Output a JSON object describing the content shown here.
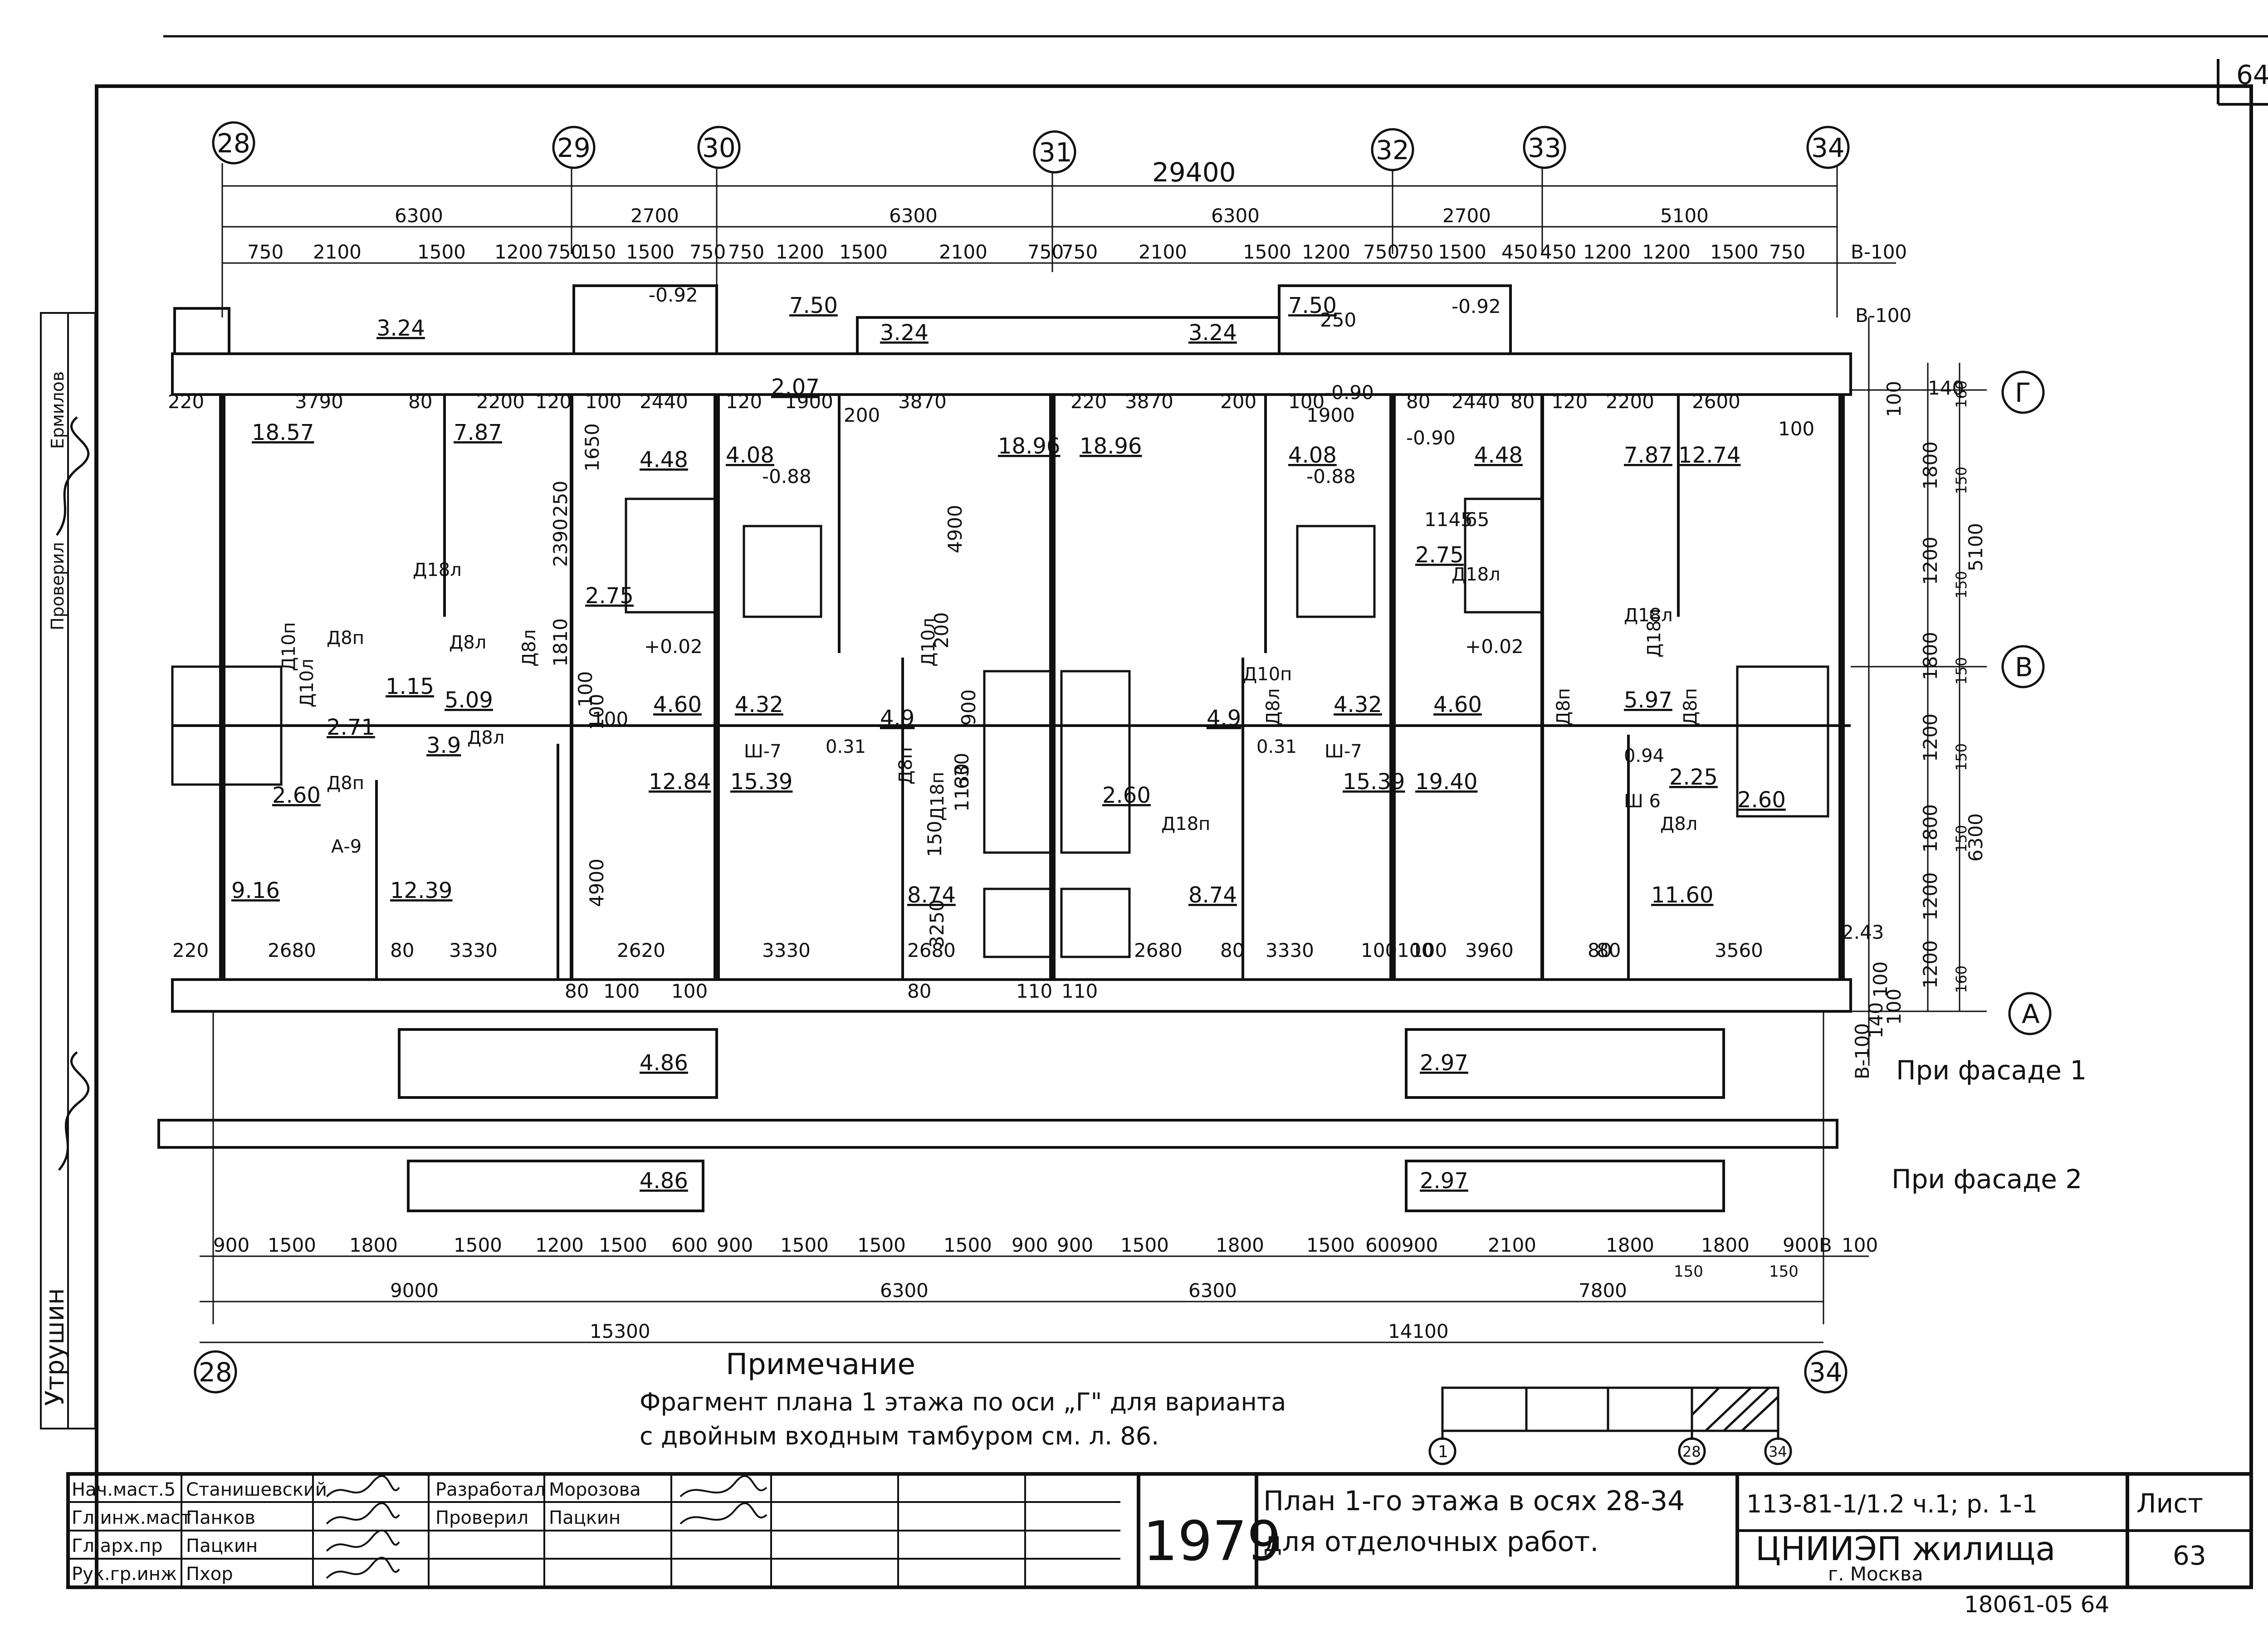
{
  "sheet_corner": "64",
  "axes": {
    "top": [
      {
        "label": "28"
      },
      {
        "label": "29"
      },
      {
        "label": "30"
      },
      {
        "label": "31"
      },
      {
        "label": "32"
      },
      {
        "label": "33"
      },
      {
        "label": "34"
      }
    ],
    "right": [
      {
        "label": "Г"
      },
      {
        "label": "В"
      },
      {
        "label": "А"
      }
    ],
    "bottom": [
      {
        "label": "28"
      },
      {
        "label": "34"
      }
    ]
  },
  "top_dims": {
    "overall": "29400",
    "row2": [
      "6300",
      "2700",
      "6300",
      "6300",
      "2700",
      "5100"
    ],
    "row3": [
      "750",
      "2100",
      "1500",
      "1200",
      "750",
      "150",
      "1500",
      "750",
      "750",
      "1200",
      "1500",
      "2100",
      "750",
      "750",
      "2100",
      "1500",
      "1200",
      "750",
      "750",
      "1500",
      "450",
      "450",
      "1200",
      "1200",
      "1500",
      "750",
      "В-100"
    ]
  },
  "bottom_dims": {
    "row1": [
      "900",
      "1500",
      "1800",
      "1500",
      "1200",
      "1500",
      "600",
      "900",
      "1500",
      "1500",
      "1500",
      "900",
      "900",
      "1500",
      "1800",
      "1500",
      "600",
      "900",
      "2100",
      "1800",
      "1800",
      "900",
      "В",
      "100"
    ],
    "row2": [
      "9000",
      "6300",
      "6300",
      "7800"
    ],
    "row3": [
      "15300",
      "14100"
    ],
    "small": [
      "150",
      "150"
    ]
  },
  "right_dims": {
    "outer": [
      "1800",
      "1200",
      "1800",
      "1200",
      "1800",
      "1200",
      "1200"
    ],
    "inner": [
      "160",
      "150",
      "150",
      "150",
      "150",
      "150",
      "160"
    ],
    "spans": [
      "5100",
      "6300"
    ],
    "misc": [
      "140",
      "100",
      "100",
      "100",
      "140",
      "В-100",
      "В-100",
      "2.43"
    ]
  },
  "room_areas": [
    "18.57",
    "7.87",
    "4.48",
    "4.08",
    "18.96",
    "18.96",
    "4.08",
    "4.48",
    "7.87",
    "12.74",
    "5.09",
    "3.9",
    "2.71",
    "2.60",
    "9.16",
    "12.39",
    "12.84",
    "4.60",
    "15.39",
    "4.32",
    "4.9",
    "2.60",
    "8.74",
    "8.74",
    "4.9",
    "15.39",
    "4.32",
    "19.40",
    "4.60",
    "5.97",
    "2.25",
    "2.60",
    "11.60",
    "3.24",
    "3.24",
    "3.24",
    "7.50",
    "7.50",
    "2.07",
    "2.75",
    "2.75",
    "1.15",
    "4.86",
    "4.86",
    "2.97",
    "2.97"
  ],
  "room_dims": [
    "220",
    "3790",
    "80",
    "2200",
    "120",
    "100",
    "2440",
    "120",
    "1900",
    "200",
    "3870",
    "220",
    "3870",
    "200",
    "100",
    "1900",
    "80",
    "2440",
    "80",
    "120",
    "2200",
    "2600",
    "100",
    "1650",
    "2390",
    "250",
    "1810",
    "100",
    "100",
    "4900",
    "4900",
    "1145",
    "65",
    "220",
    "2680",
    "80",
    "3330",
    "2620",
    "100",
    "3330",
    "2680",
    "110",
    "110",
    "2680",
    "80",
    "3330",
    "100",
    "100",
    "3960",
    "80",
    "3560",
    "3250",
    "150",
    "200",
    "900",
    "1130",
    "630",
    "80",
    "80",
    "80",
    "100",
    "100",
    "100",
    "250"
  ],
  "levels": [
    "-0.92",
    "-0.92",
    "-0.88",
    "-0.88",
    "-0.90",
    "-0.90",
    "+0.02",
    "+0.02"
  ],
  "door_marks": [
    "Д8п",
    "Д8л",
    "Д18л",
    "Д10л",
    "Д10п",
    "Д18п",
    "Д8п",
    "Д8л",
    "Д18л",
    "Д10л",
    "Д10п",
    "Д18п",
    "Д8л",
    "Д8п",
    "Д8п",
    "Д8л",
    "Д18л",
    "Д18п",
    "Д8л",
    "Д8п",
    "А-9"
  ],
  "cabinets": [
    "Ш-7",
    "Ш-7",
    "Ш 6",
    "0.31",
    "0.31",
    "0.94"
  ],
  "facade_notes": [
    "При фасаде 1",
    "При фасаде 2"
  ],
  "note": {
    "title": "Примечание",
    "line1": "Фрагмент плана 1 этажа по оси „Г\" для варианта",
    "line2": "с двойным входным тамбуром см. л. 86."
  },
  "key_plan": {
    "labels": [
      "1",
      "28",
      "34"
    ]
  },
  "side_stamp": [
    "Проверил",
    "Ермилов",
    "Утрушин"
  ],
  "title_block": {
    "roles": [
      "Нач.маст.5",
      "Гл.инж.маст",
      "Гл.арх.пр",
      "Рук.гр.инж"
    ],
    "names": [
      "Станишевский",
      "Панков",
      "Пацкин",
      "Пхор"
    ],
    "roles2": [
      "Разработал",
      "Проверил"
    ],
    "names2": [
      "Морозова",
      "Пацкин"
    ],
    "year": "1979",
    "title_line1": "План 1-го этажа в осях 28-34",
    "title_line2": "для отделочных работ.",
    "code": "113-81-1/1.2 ч.1; р. 1-1",
    "org": "ЦНИИЭП жилища",
    "city": "г. Москва",
    "sheet_label": "Лист",
    "sheet_no": "63",
    "inventory": "18061-05  64"
  }
}
